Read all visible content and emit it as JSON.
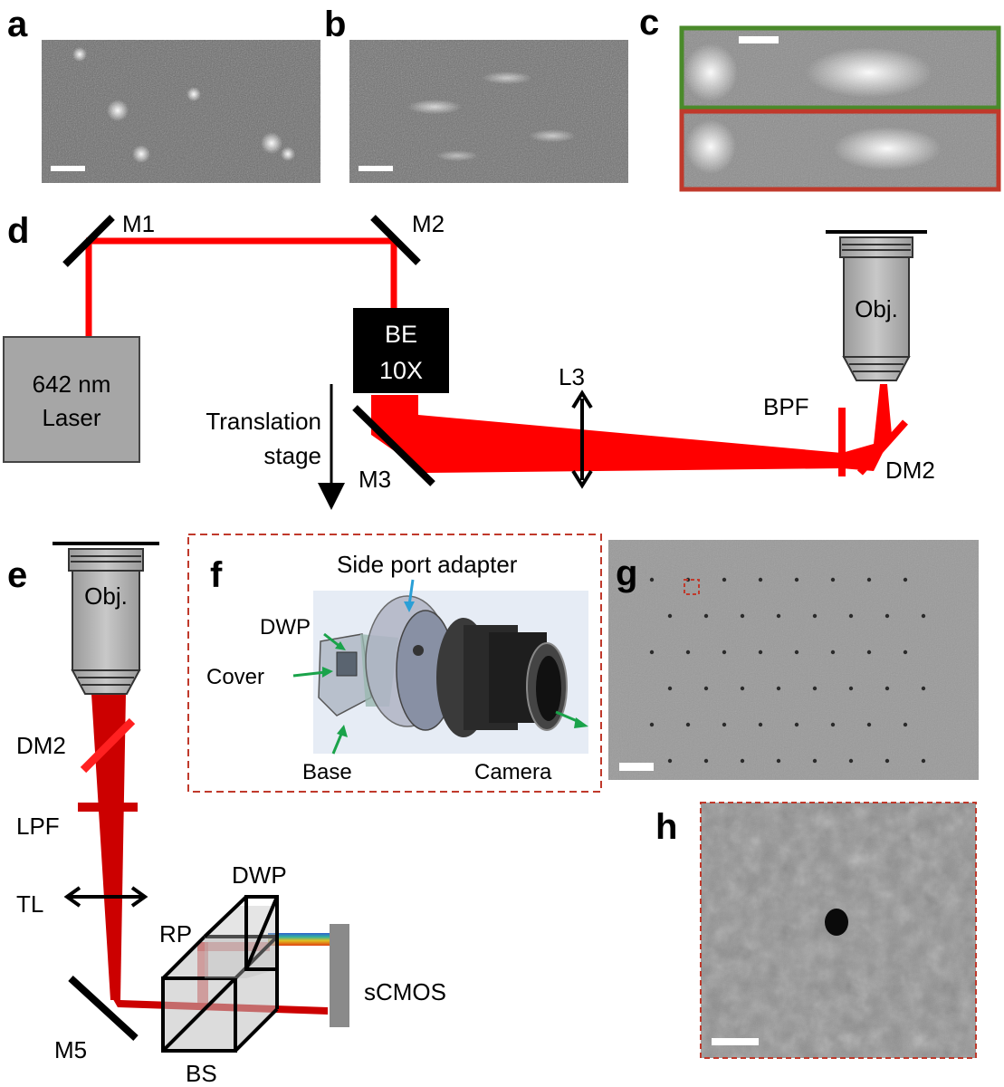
{
  "panels": {
    "a": "a",
    "b": "b",
    "c": "c",
    "d": "d",
    "e": "e",
    "f": "f",
    "g": "g",
    "h": "h"
  },
  "panel_d": {
    "laser_line1": "642 nm",
    "laser_line2": "Laser",
    "mirror1": "M1",
    "mirror2": "M2",
    "mirror3": "M3",
    "beam_expander_line1": "BE",
    "beam_expander_line2": "10X",
    "translation_line1": "Translation",
    "translation_line2": "stage",
    "lens3": "L3",
    "bandpass": "BPF",
    "dichroic": "DM2",
    "objective": "Obj."
  },
  "panel_e": {
    "objective": "Obj.",
    "dichroic": "DM2",
    "longpass": "LPF",
    "tube_lens": "TL",
    "mirror5": "M5",
    "beamsplitter": "BS",
    "roof_prism": "RP",
    "wedge_plate": "DWP",
    "camera": "sCMOS"
  },
  "panel_f": {
    "side_port": "Side port adapter",
    "dwp": "DWP",
    "cover": "Cover",
    "base": "Base",
    "camera": "Camera"
  },
  "colors": {
    "laser": "#ff0000",
    "emission": "#cc0000",
    "panel_c_top_border": "#4a8a2a",
    "panel_c_bottom_border": "#c0392b",
    "dashed_border": "#c0392b",
    "arrow_green": "#1aa34a",
    "arrow_blue": "#2a9fd6"
  }
}
